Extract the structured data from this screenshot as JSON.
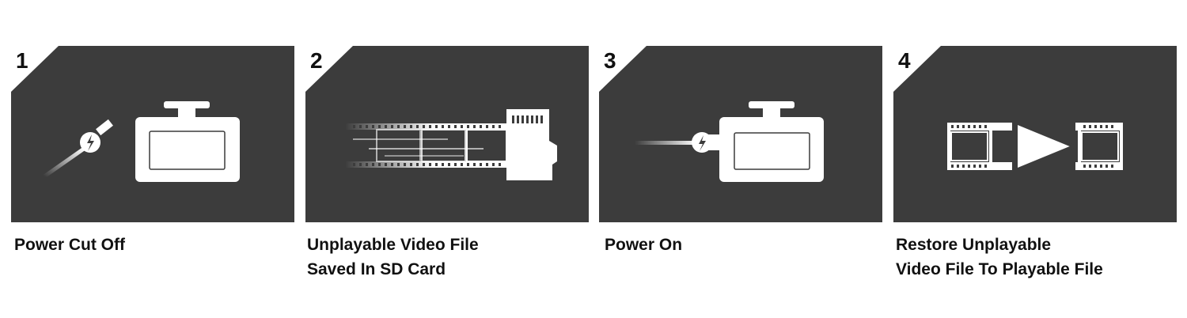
{
  "steps": [
    {
      "number": "1",
      "caption_lines": [
        "Power Cut Off"
      ],
      "icons": [
        "power-cable-unplugged-icon",
        "dashcam-icon"
      ]
    },
    {
      "number": "2",
      "caption_lines": [
        "Unplayable Video File",
        "Saved In SD Card"
      ],
      "icons": [
        "film-strip-icon",
        "sd-card-icon"
      ]
    },
    {
      "number": "3",
      "caption_lines": [
        "Power On"
      ],
      "icons": [
        "power-cable-plugged-icon",
        "dashcam-icon"
      ]
    },
    {
      "number": "4",
      "caption_lines": [
        "Restore Unplayable",
        "Video File To Playable File"
      ],
      "icons": [
        "film-strip-icon",
        "play-icon"
      ]
    }
  ],
  "colors": {
    "panel_bg": "#3c3c3c",
    "icon": "#ffffff",
    "text": "#111111"
  }
}
